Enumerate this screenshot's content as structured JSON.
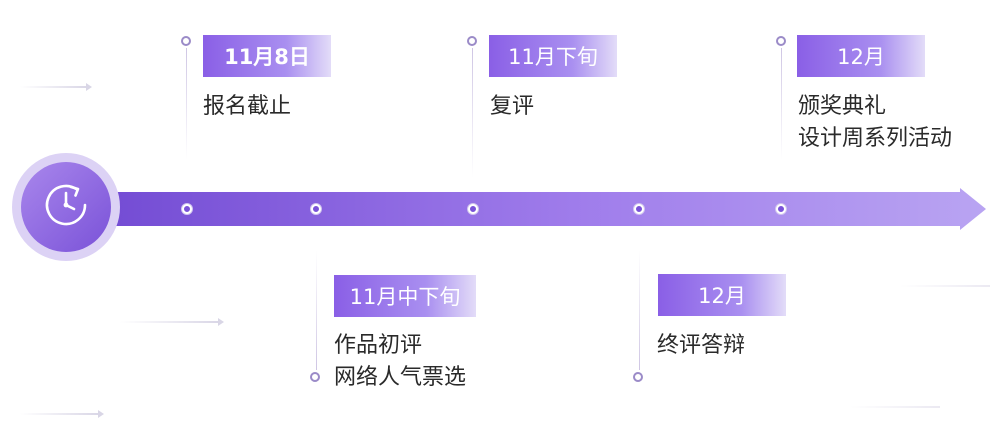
{
  "milestones": [
    {
      "date": "11月8日",
      "lines": [
        "报名截止"
      ]
    },
    {
      "date": "11月中下旬",
      "lines": [
        "作品初评",
        "网络人气票选"
      ]
    },
    {
      "date": "11月下旬",
      "lines": [
        "复评"
      ]
    },
    {
      "date": "12月",
      "lines": [
        "终评答辩"
      ]
    },
    {
      "date": "12月",
      "lines": [
        "颁奖典礼",
        "设计周系列活动"
      ]
    }
  ],
  "icon": "clock-refresh-icon",
  "colors": {
    "accent": "#7a52d8",
    "accent_light": "#a987ec",
    "tag_gradient_start": "#8a5fe6",
    "tag_gradient_end": "#e3dcf8",
    "text": "#2a2a2a"
  }
}
